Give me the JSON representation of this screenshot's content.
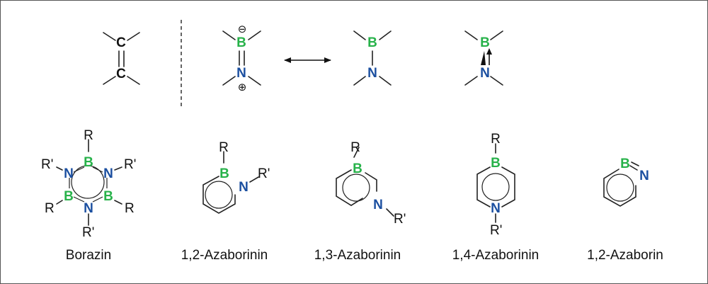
{
  "colors": {
    "boron": "#27b24a",
    "nitrogen": "#1b4fa0",
    "carbon": "#111111",
    "bond": "#222222",
    "frame": "#555555"
  },
  "atoms": {
    "carbon": "C",
    "boron": "B",
    "nitrogen": "N",
    "R": "R",
    "R_prime": "R'"
  },
  "charges": {
    "minus": "⊖",
    "plus": "⊕"
  },
  "captions": {
    "borazin": "Borazin",
    "azaborinin_12": "1,2-Azaborinin",
    "azaborinin_13": "1,3-Azaborinin",
    "azaborinin_14": "1,4-Azaborinin",
    "azaborin_12": "1,2-Azaborin"
  }
}
